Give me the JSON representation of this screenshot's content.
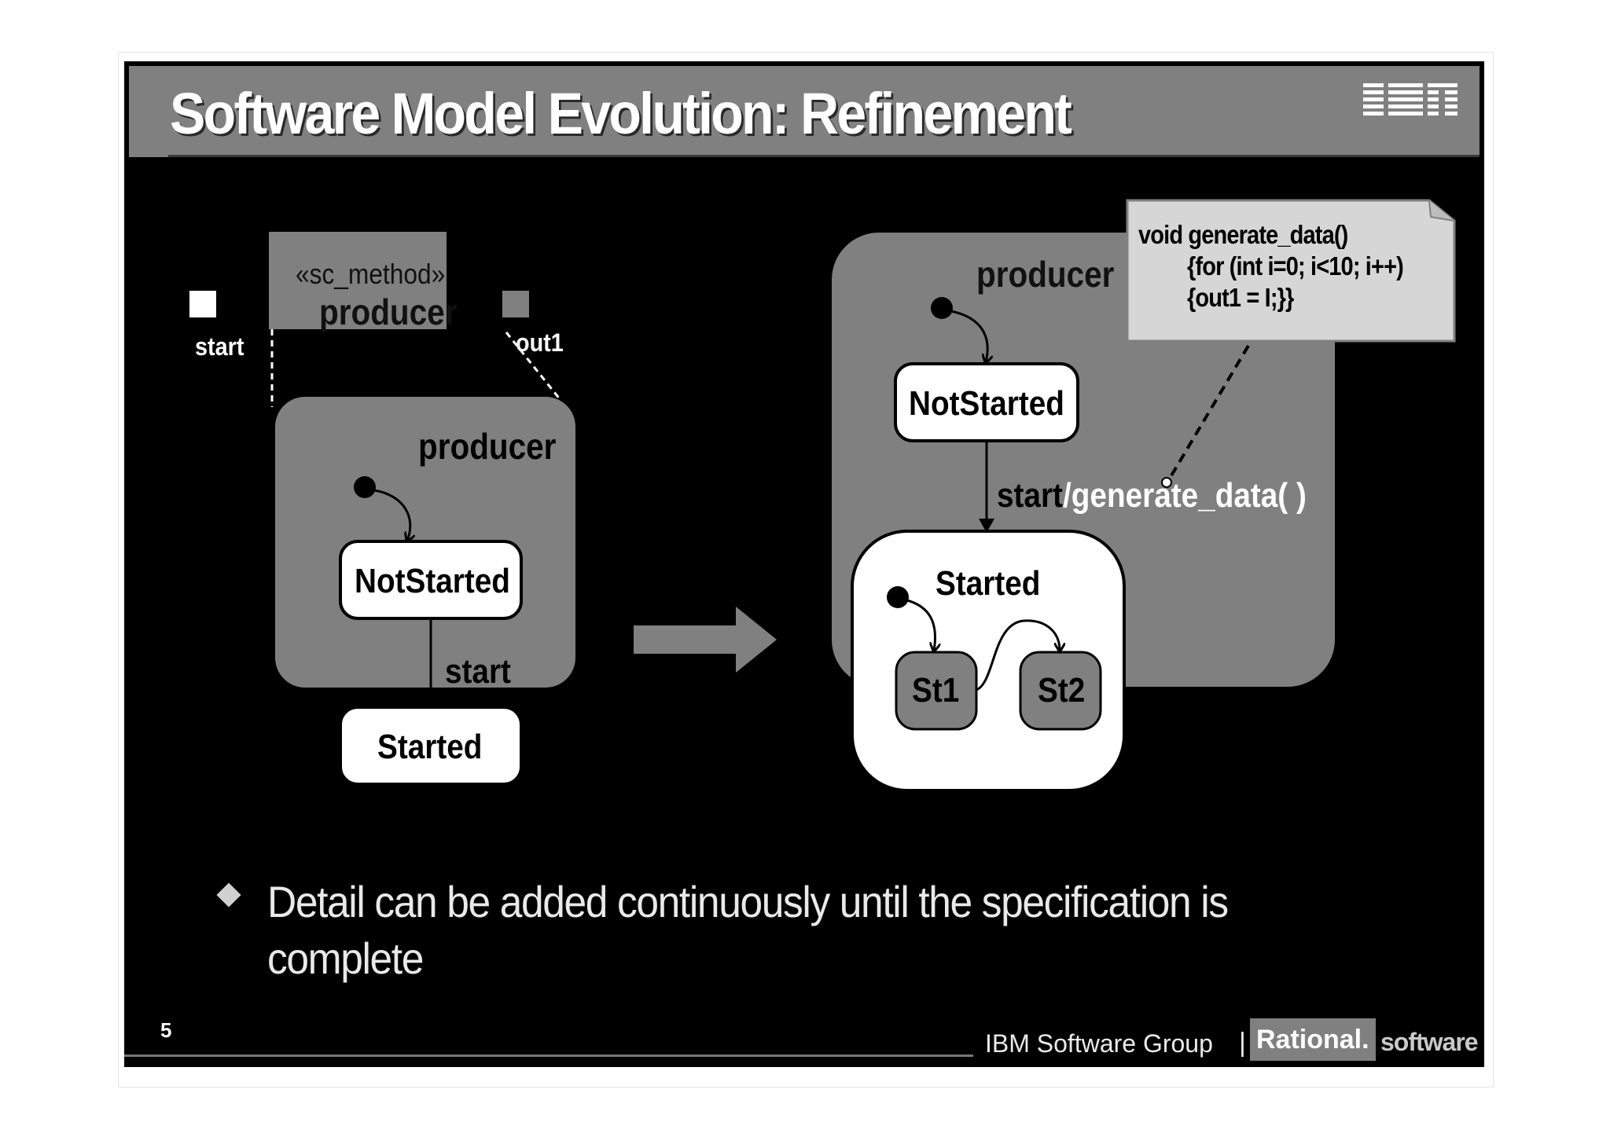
{
  "slide": {
    "title": "Software Model Evolution: Refinement",
    "logo": "IBM",
    "page_number": "5"
  },
  "left_model": {
    "component": {
      "stereotype": "«sc_method»",
      "name": "producer",
      "ports": [
        "start",
        "out1"
      ]
    },
    "statemachine": {
      "name": "producer",
      "states": [
        "NotStarted",
        "Started"
      ],
      "transition_label": "start"
    }
  },
  "right_model": {
    "statemachine": {
      "name": "producer",
      "states": [
        "NotStarted"
      ],
      "composite_state": "Started",
      "substates": [
        "St1",
        "St2"
      ],
      "transition_trigger": "start",
      "transition_action": "/generate_data( )"
    },
    "note": {
      "line1": "void generate_data()",
      "line2": "{for (int i=0; i<10; i++)",
      "line3": "{out1 = I;}}"
    }
  },
  "bullet": "Detail can be added continuously until the specification is complete",
  "footer": {
    "group": "IBM Software Group",
    "separator": "|",
    "rational": "Rational.",
    "software": "software"
  },
  "colors": {
    "background": "#000000",
    "gray_panel": "#808080",
    "state_fill": "#ffffff",
    "text_light": "#e9e9e9"
  }
}
